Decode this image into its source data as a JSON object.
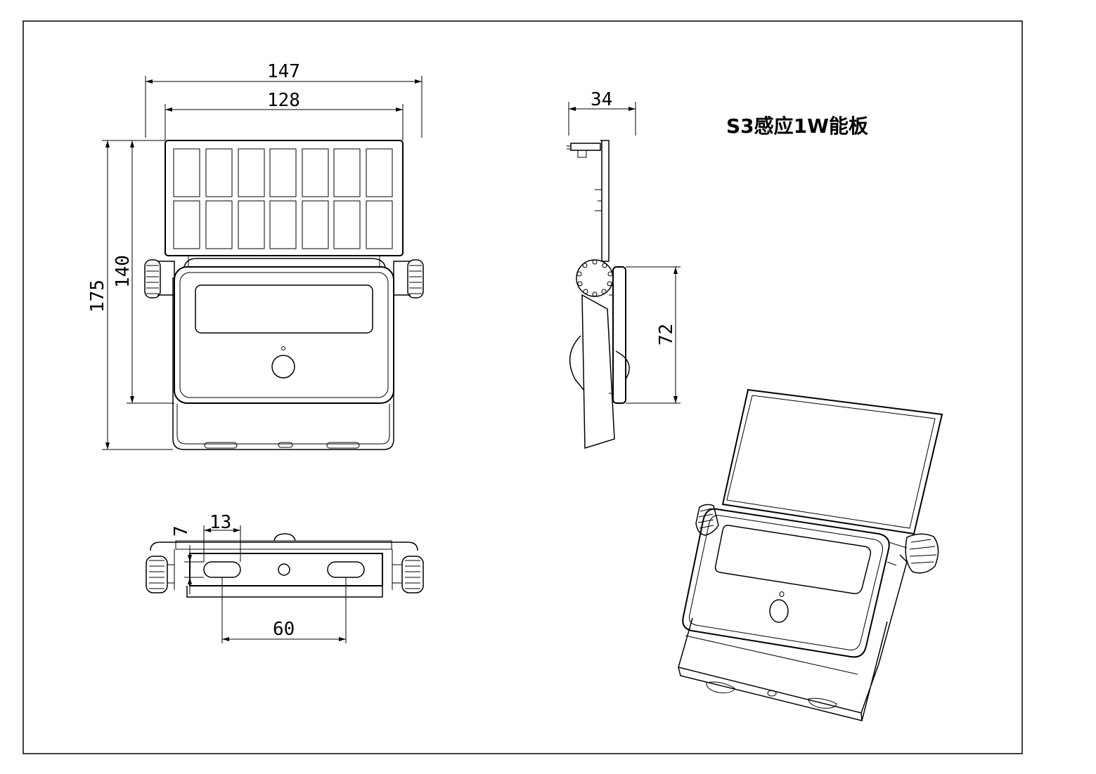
{
  "title": "S3感应1W能板",
  "dimensions": {
    "front_overall_width": "147",
    "front_panel_width": "128",
    "front_overall_height": "175",
    "front_body_height": "140",
    "side_depth": "34",
    "side_body_height": "72",
    "bottom_slot_width": "13",
    "bottom_slot_height": "7",
    "bottom_slot_spacing": "60"
  }
}
